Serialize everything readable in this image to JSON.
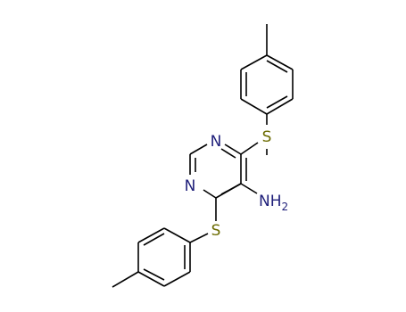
{
  "molecule": {
    "atoms": {
      "n_top": {
        "text": "N",
        "color": "#1f1f7a"
      },
      "n_left": {
        "text": "N",
        "color": "#1f1f7a"
      },
      "s_top": {
        "text": "S",
        "color": "#6b6b00"
      },
      "s_bottom": {
        "text": "S",
        "color": "#6b6b00"
      },
      "amine": {
        "text": "NH",
        "subscript": "2",
        "color": "#1f1f7a"
      }
    },
    "bond_color": "#000000"
  }
}
